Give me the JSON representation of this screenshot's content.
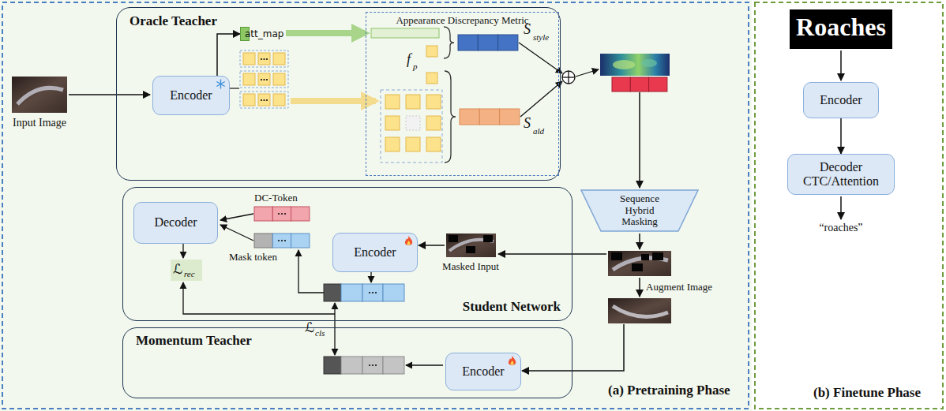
{
  "diagram": {
    "nodes": [
      {
        "text": [
          "Oracle Teacher"
        ]
      },
      {
        "text": [
          "Encoder"
        ],
        "in": 0
      },
      {
        "text": [
          "att_map"
        ],
        "in": 0
      },
      {
        "text": [
          "Appearance Discrepancy Metric"
        ],
        "in": 0
      },
      {
        "text": [
          "Sequence Hybrid Masking"
        ]
      },
      {
        "text": [
          "Student Network"
        ]
      },
      {
        "text": [
          "Decoder"
        ],
        "in": 5
      },
      {
        "text": [
          "Encoder"
        ],
        "in": 5
      },
      {
        "text": [
          "Momentum Teacher"
        ]
      },
      {
        "text": [
          "Encoder"
        ],
        "in": 8
      },
      {
        "text": [
          "Encoder"
        ]
      },
      {
        "text": [
          "Decoder CTC/Attention"
        ]
      }
    ],
    "edges": [
      {
        "from": 1,
        "to": 2,
        "arrow": "to"
      },
      {
        "from": 10,
        "to": 11,
        "arrow": "to"
      }
    ],
    "labels": [
      "Input Image",
      "S",
      "style",
      "f",
      "p",
      "S",
      "ald",
      "DC-Token",
      "Mask token",
      "Masked Input",
      "Augment Image",
      "ℒ",
      "rec",
      "ℒ",
      "cls",
      "(a) Pretraining Phase",
      "Roaches",
      "“roaches”",
      "(b) Finetune Phase"
    ]
  }
}
